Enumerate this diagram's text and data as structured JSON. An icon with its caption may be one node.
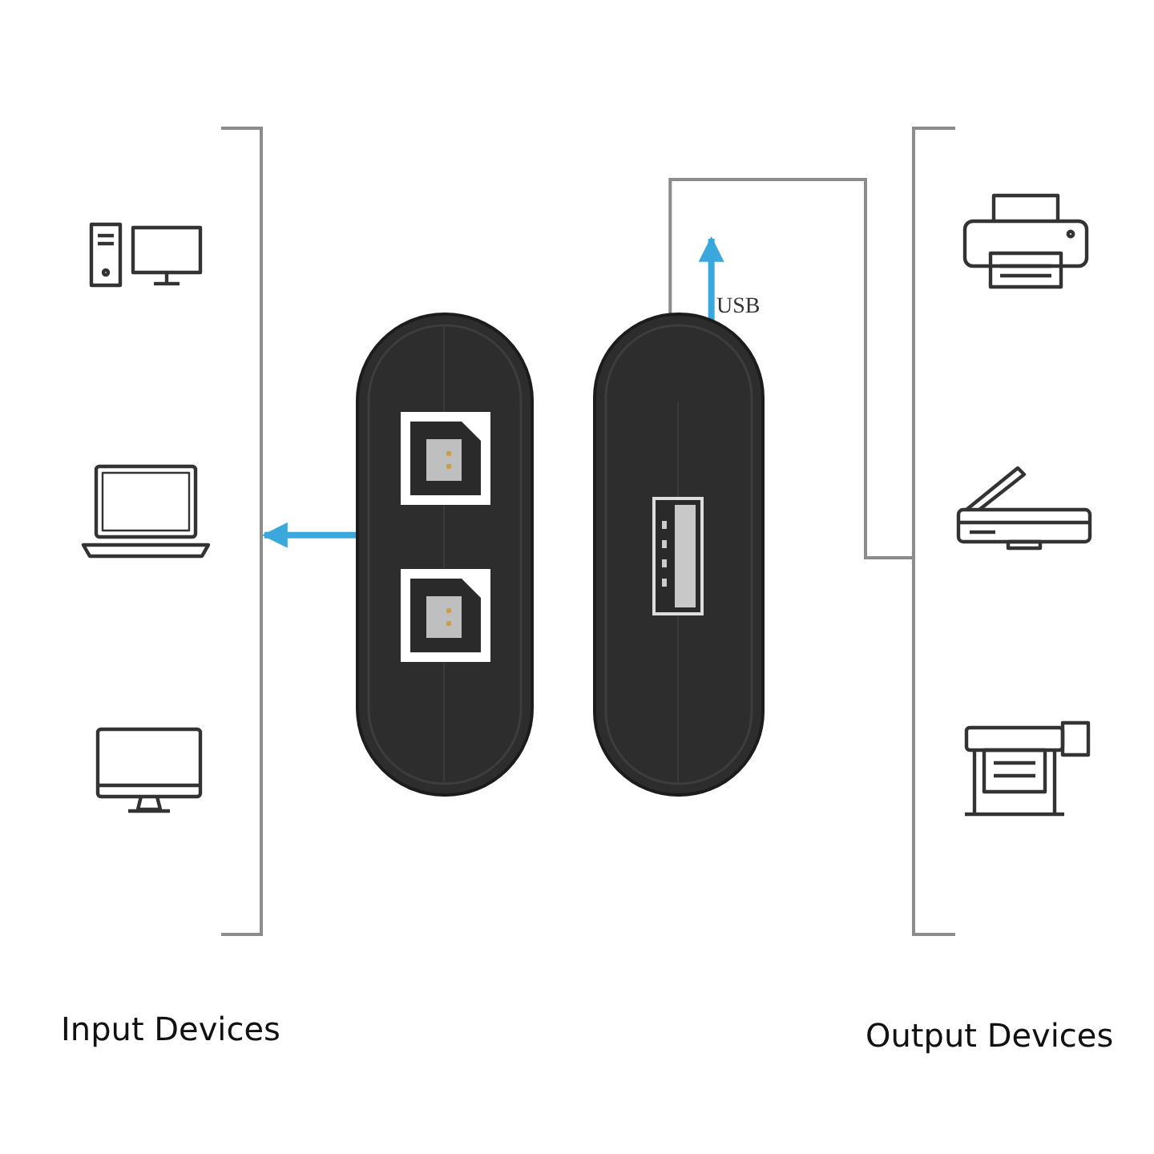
{
  "diagram": {
    "nodes": [
      {
        "text": [],
        "shape": "picture"
      },
      {
        "text": [],
        "shape": "picture"
      },
      {
        "text": [],
        "shape": "picture"
      },
      {
        "text": [],
        "shape": "picture"
      },
      {
        "text": [],
        "shape": "picture"
      },
      {
        "text": [],
        "shape": "picture"
      },
      {
        "text": [],
        "shape": "picture"
      },
      {
        "text": [],
        "shape": "picture"
      },
      {
        "text": [],
        "shape": "bracket"
      },
      {
        "text": [],
        "shape": "bracket"
      }
    ],
    "edges": [
      {
        "from": 3,
        "to": 8,
        "arrow": "to"
      },
      {
        "from": 4,
        "to": null,
        "arrow": "to",
        "label": "USB"
      },
      {
        "from": 4,
        "to": 9,
        "arrow": "none",
        "color": "#8c8c8c"
      }
    ],
    "labels": [
      "Input Devices",
      "Output Devices"
    ]
  }
}
